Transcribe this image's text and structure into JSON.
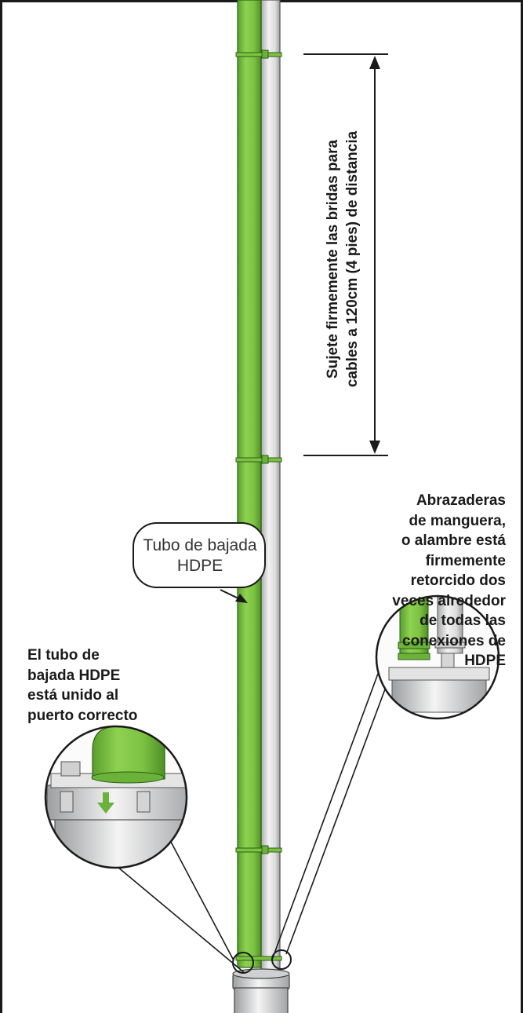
{
  "labels": {
    "spacing_note_line1": "Sujete firmemente las bridas para",
    "spacing_note_line2": "cables a 120cm (4 pies) de distancia",
    "hose_clamp_note": [
      "Abrazaderas",
      "de manguera,",
      "o alambre está",
      "firmemente",
      "retorcido dos",
      "veces alrededor",
      "de todas las",
      "conexiones de",
      "HDPE"
    ],
    "port_note": [
      "El tubo de",
      "bajada HDPE",
      "está unido al",
      "puerto correcto"
    ],
    "pipe_callout": [
      "Tubo de bajada",
      "HDPE"
    ]
  },
  "colors": {
    "green_pipe": "#7cc242",
    "green_dark": "#4f9a2a",
    "grey_pipe": "#d9dadb",
    "grey_dark": "#9a9c9e",
    "outline": "#1a1a1a",
    "arrow_green": "#6ab23a"
  }
}
